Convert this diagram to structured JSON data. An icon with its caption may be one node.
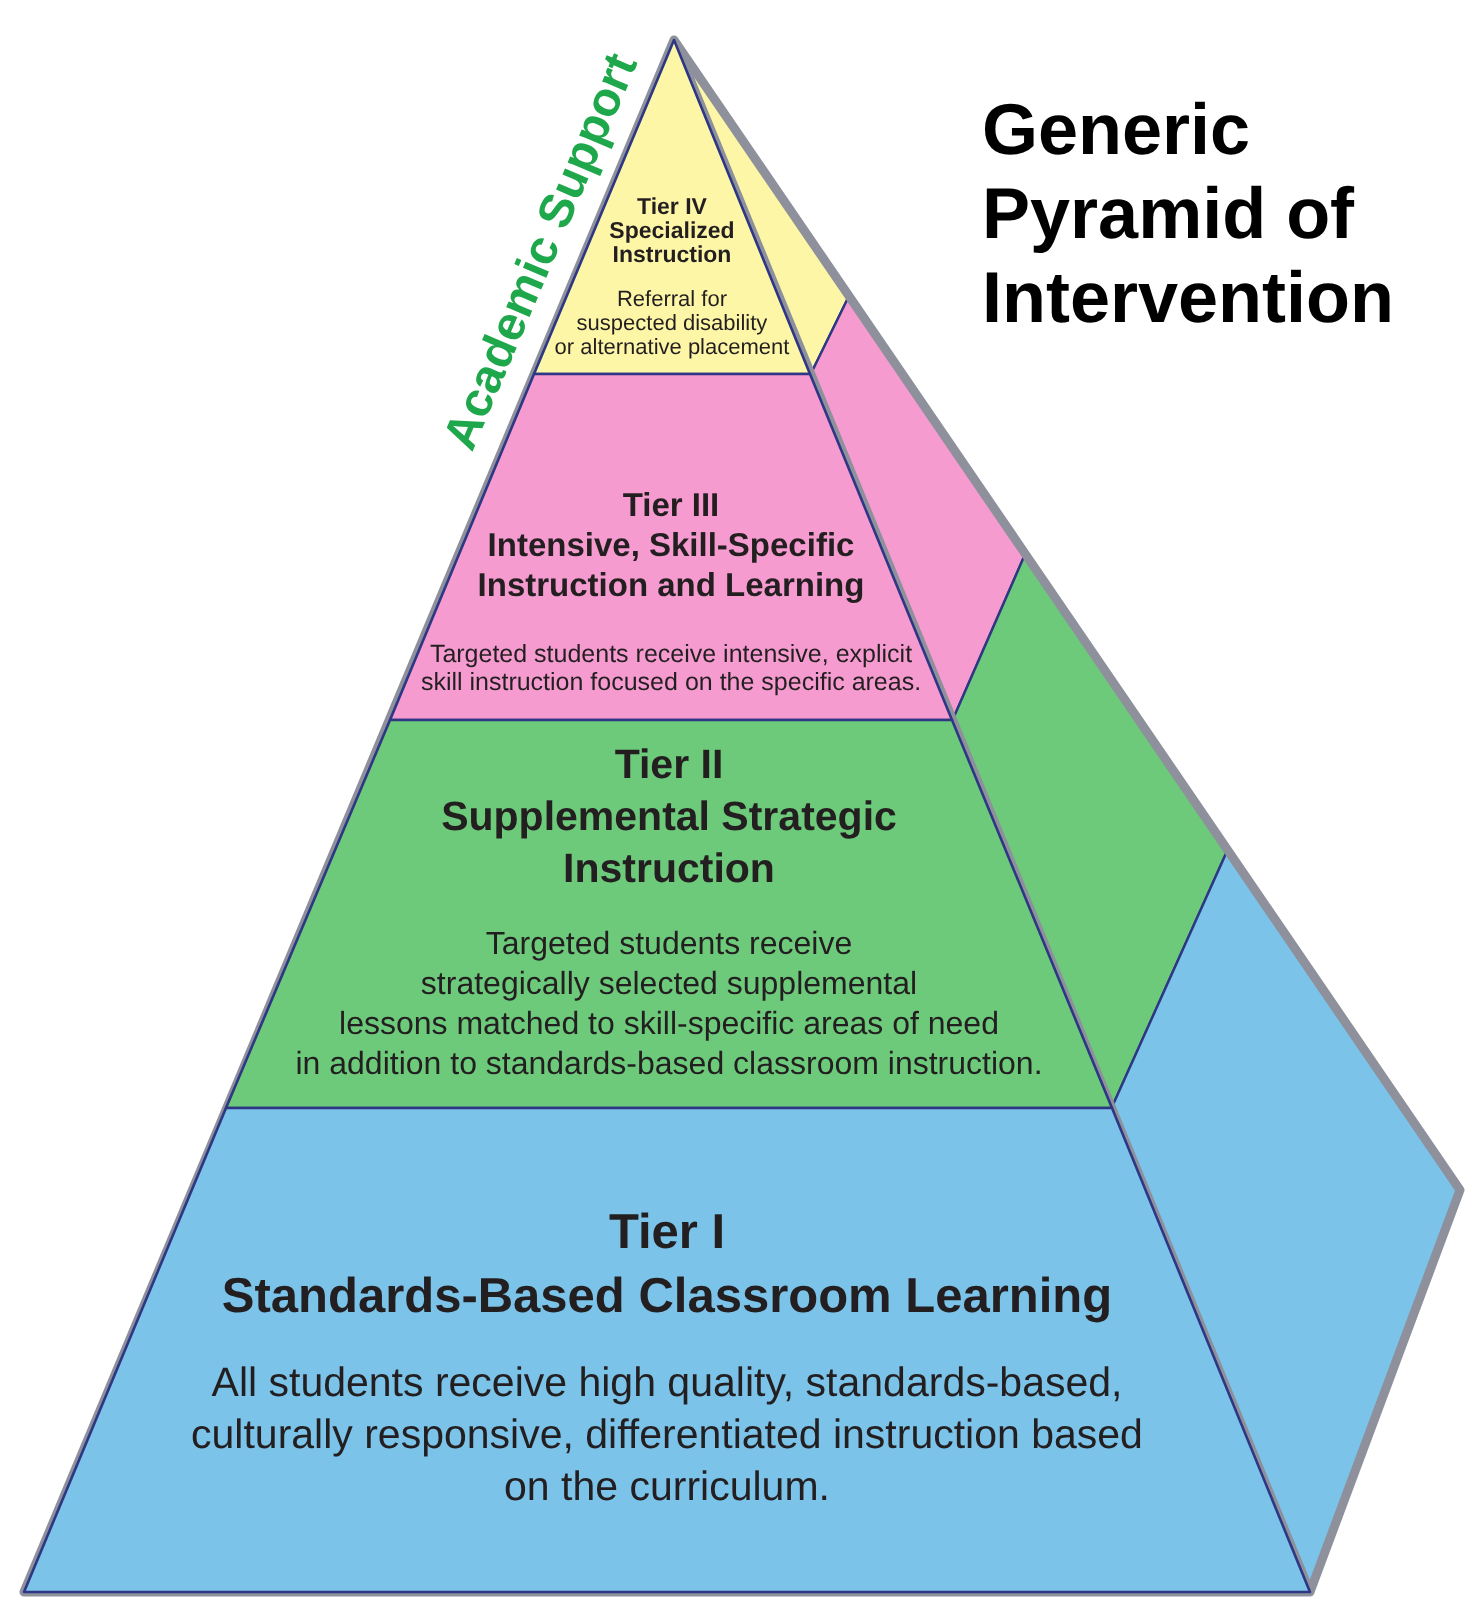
{
  "diagram": {
    "title": "Generic Pyramid of Intervention",
    "nodes": [
      {
        "text": [
          "Tier IV",
          "Specialized Instruction",
          "Referral for suspected disability or alternative placement"
        ]
      },
      {
        "text": [
          "Tier III",
          "Intensive, Skill-Specific Instruction and Learning",
          "Targeted students receive intensive, explicit skill instruction focused on the specific areas."
        ]
      },
      {
        "text": [
          "Tier II",
          "Supplemental Strategic Instruction",
          "Targeted students receive strategically selected supplemental lessons matched to skill-specific areas of need in addition to standards-based classroom instruction."
        ]
      },
      {
        "text": [
          "Tier I",
          "Standards-Based Classroom Learning",
          "All students receive high quality, standards-based, culturally responsive, differentiated instruction based on the curriculum."
        ]
      }
    ],
    "labels": [
      "Academic Support"
    ]
  }
}
